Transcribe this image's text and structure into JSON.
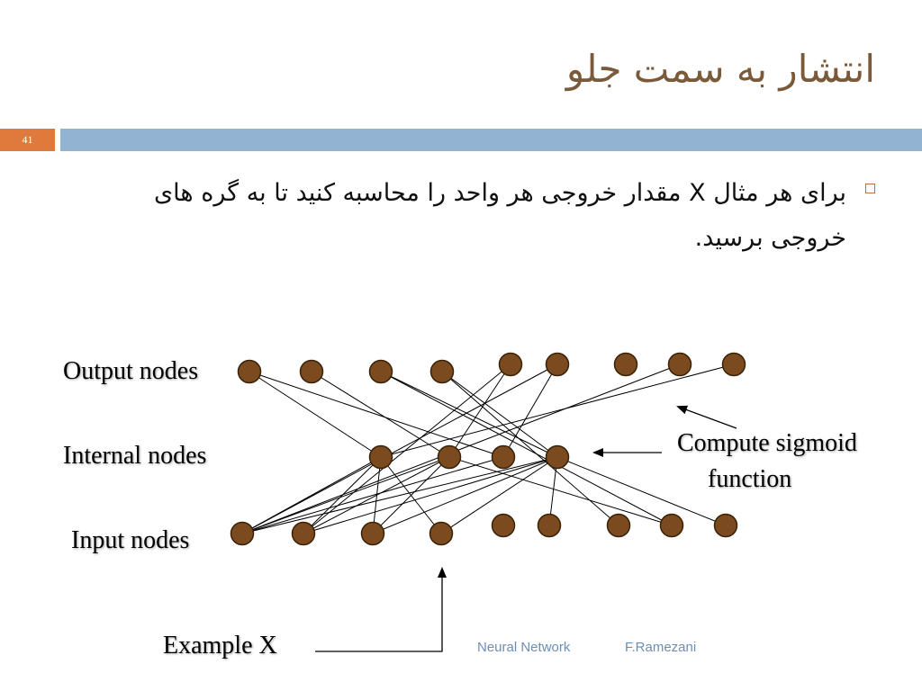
{
  "slide": {
    "title": "انتشار به سمت جلو",
    "number": "41",
    "bullet": "برای هر مثال X مقدار خروجی هر واحد را محاسبه کنید تا به گره های خروجی برسید."
  },
  "labels": {
    "output": "Output nodes",
    "internal": "Internal nodes",
    "input": "Input nodes",
    "compute_line1": "Compute sigmoid",
    "compute_line2": "function",
    "example": "Example X"
  },
  "footer": {
    "course": "Neural Network",
    "author": "F.Ramezani"
  },
  "colors": {
    "node_fill": "#7b4a1e",
    "node_stroke": "#3a2208",
    "accent_orange": "#e07a3c",
    "header_blue": "#93b3d3",
    "title_brown": "#7a5a3a"
  }
}
